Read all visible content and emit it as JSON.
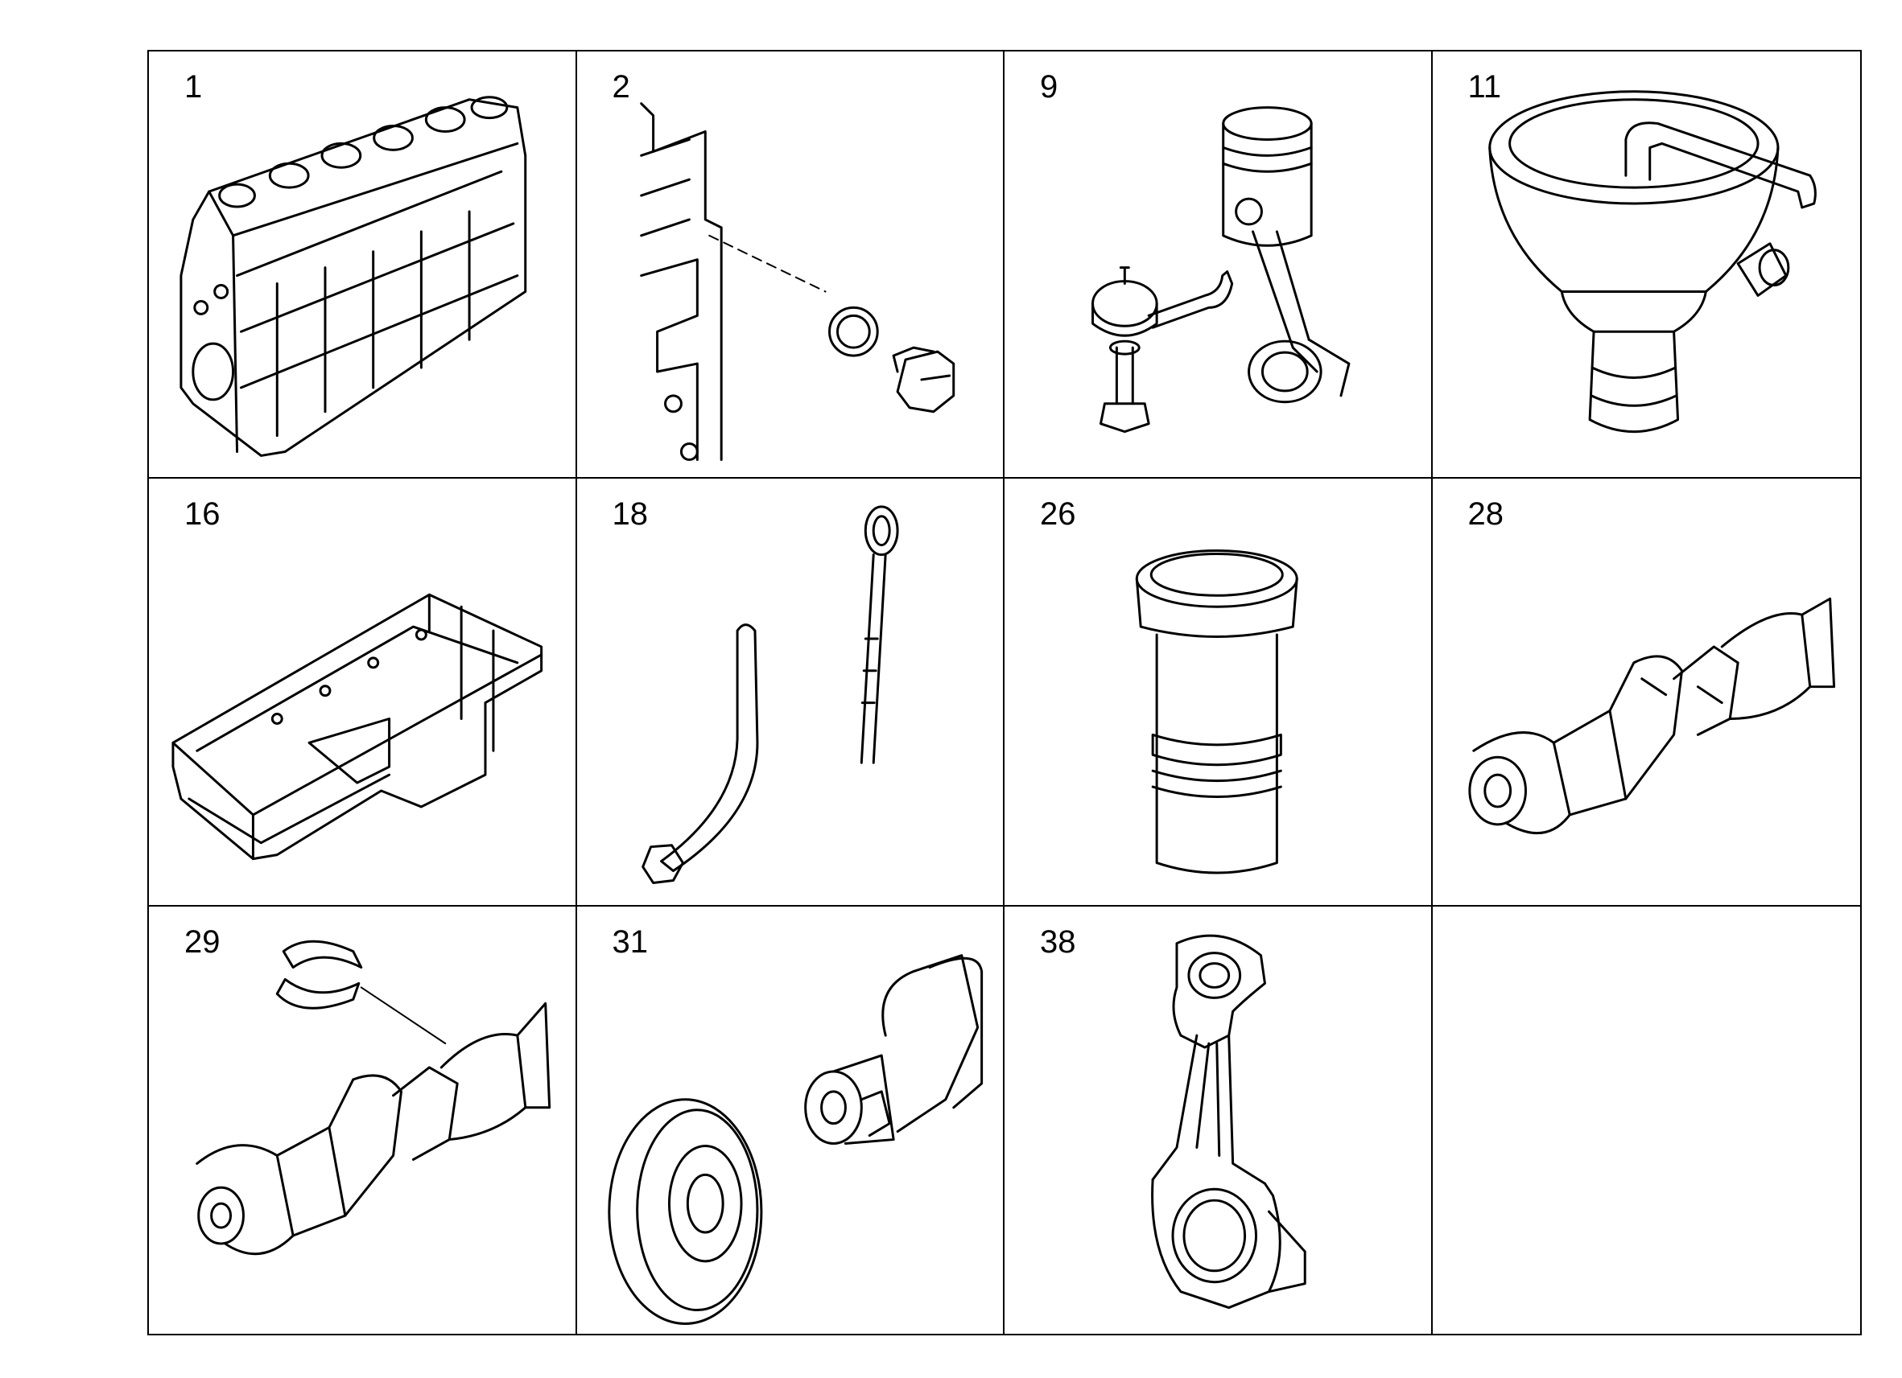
{
  "parts": [
    {
      "number": "1",
      "icon": "engine-block-icon"
    },
    {
      "number": "2",
      "icon": "drain-plug-seal-icon"
    },
    {
      "number": "9",
      "icon": "piston-cooling-nozzle-icon"
    },
    {
      "number": "11",
      "icon": "oil-filler-breather-icon"
    },
    {
      "number": "16",
      "icon": "oil-sump-icon"
    },
    {
      "number": "18",
      "icon": "dipstick-tube-icon"
    },
    {
      "number": "26",
      "icon": "cylinder-liner-icon"
    },
    {
      "number": "28",
      "icon": "crankshaft-icon"
    },
    {
      "number": "29",
      "icon": "main-bearing-shells-icon"
    },
    {
      "number": "31",
      "icon": "vibration-damper-icon"
    },
    {
      "number": "38",
      "icon": "connecting-rod-icon"
    },
    {
      "number": "",
      "icon": ""
    }
  ]
}
